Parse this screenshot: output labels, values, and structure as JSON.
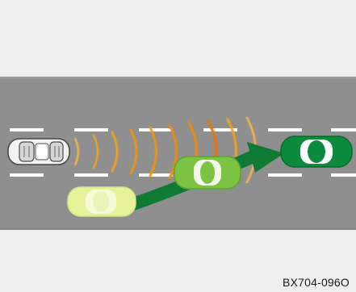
{
  "figure": {
    "code": "BX704-096O"
  },
  "scene": {
    "colors": {
      "background": "#efefef",
      "road": "#8f8f8f",
      "lane_marking": "#ffffff",
      "radar_wave": "#f0a020",
      "radar_wave_dark": "#e07810",
      "own_vehicle": "#e8e8e8",
      "vehicle_dark": "#0c8a3c",
      "vehicle_mid": "#7cc243",
      "vehicle_light": "#e6f29a",
      "arrow": "#0f7a34"
    },
    "elements": [
      {
        "name": "own-vehicle-icon",
        "type": "car",
        "shade": "outline"
      },
      {
        "name": "radar-waves-icon",
        "type": "radar-sweep",
        "wave_count": 9
      },
      {
        "name": "merging-vehicle-start-icon",
        "type": "car",
        "shade": "light"
      },
      {
        "name": "merging-vehicle-mid-icon",
        "type": "car",
        "shade": "mid"
      },
      {
        "name": "merging-vehicle-end-icon",
        "type": "car",
        "shade": "dark"
      },
      {
        "name": "lane-change-arrow-icon",
        "type": "curved-arrow"
      }
    ]
  }
}
